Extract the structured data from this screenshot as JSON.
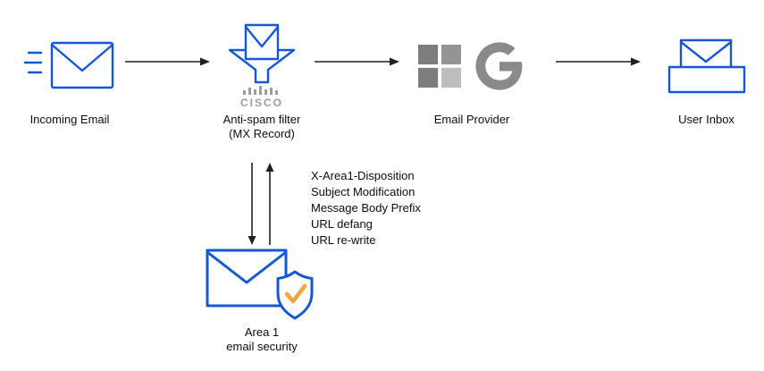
{
  "nodes": {
    "incoming_email": {
      "label": "Incoming Email"
    },
    "anti_spam": {
      "label": "Anti-spam filter",
      "sublabel": "(MX Record)",
      "brand": "CISCO"
    },
    "email_provider": {
      "label": "Email Provider"
    },
    "user_inbox": {
      "label": "User Inbox"
    },
    "area1": {
      "label": "Area 1",
      "sublabel": "email security"
    }
  },
  "annotations": {
    "lines": [
      "X-Area1-Disposition",
      "Subject Modification",
      "Message Body Prefix",
      "URL defang",
      "URL re-write"
    ]
  },
  "colors": {
    "icon_blue": "#1558d6",
    "line_black": "#1f1f1f",
    "text_black": "#0d0d0d",
    "cisco_gray": "#9c9c9c",
    "ms_square_tl": "#7d7d7d",
    "ms_square_tr": "#949494",
    "ms_square_bl": "#7d7d7d",
    "ms_square_br": "#bdbdbd",
    "google_gray": "#8a8a8a",
    "check_orange": "#f2a43d"
  }
}
